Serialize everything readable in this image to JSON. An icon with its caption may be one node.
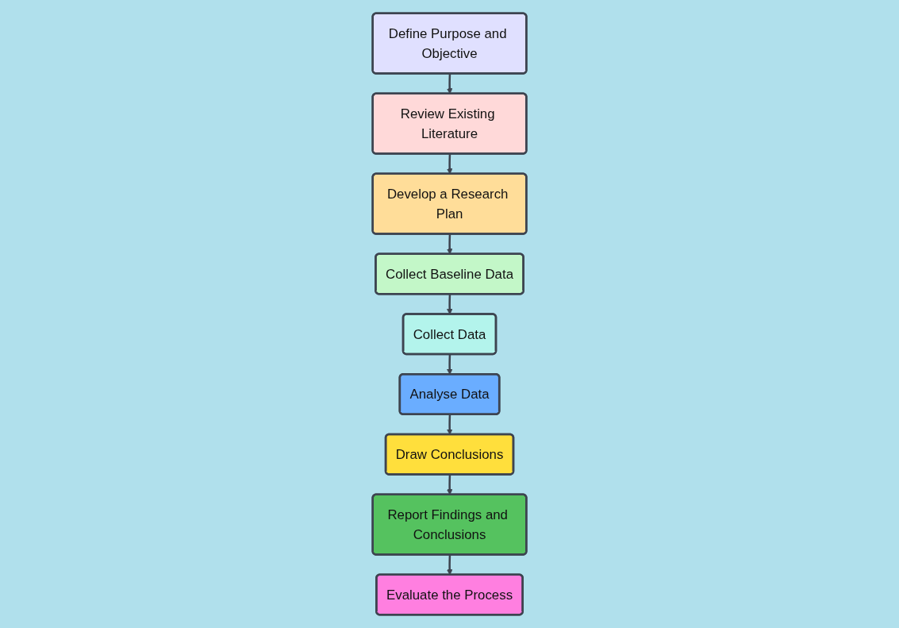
{
  "diagram": {
    "nodes": [
      {
        "text": [
          "Define Purpose and Objective"
        ]
      },
      {
        "text": [
          "Review Existing Literature"
        ]
      },
      {
        "text": [
          "Develop a Research Plan"
        ]
      },
      {
        "text": [
          "Collect Baseline Data"
        ]
      },
      {
        "text": [
          "Collect Data"
        ]
      },
      {
        "text": [
          "Analyse Data"
        ]
      },
      {
        "text": [
          "Draw Conclusions"
        ]
      },
      {
        "text": [
          "Report Findings and Conclusions"
        ]
      },
      {
        "text": [
          "Evaluate the Process"
        ]
      }
    ],
    "edges": [
      {
        "from": 0,
        "to": 1,
        "arrow": "to"
      },
      {
        "from": 1,
        "to": 2,
        "arrow": "to"
      },
      {
        "from": 2,
        "to": 3,
        "arrow": "to"
      },
      {
        "from": 3,
        "to": 4,
        "arrow": "to"
      },
      {
        "from": 4,
        "to": 5,
        "arrow": "to"
      },
      {
        "from": 5,
        "to": 6,
        "arrow": "to"
      },
      {
        "from": 6,
        "to": 7,
        "arrow": "to"
      },
      {
        "from": 7,
        "to": 8,
        "arrow": "to"
      }
    ]
  }
}
